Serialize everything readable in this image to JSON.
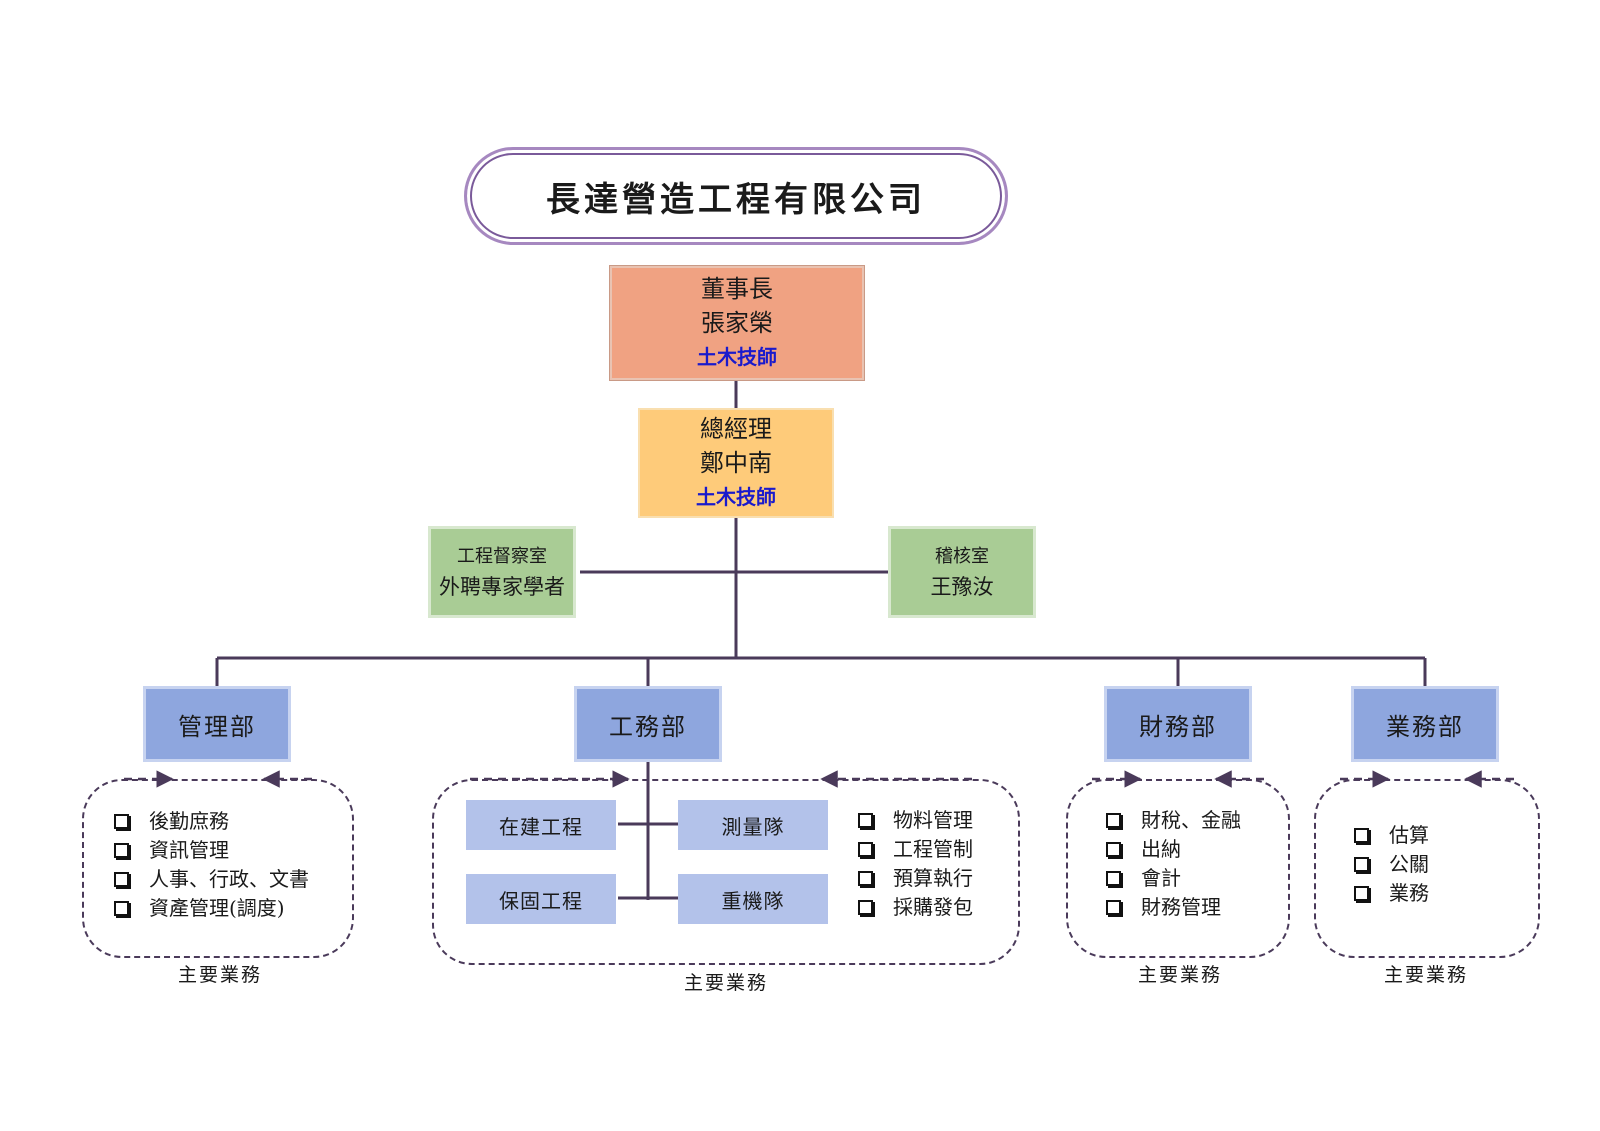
{
  "company": {
    "name": "長達營造工程有限公司"
  },
  "chairman": {
    "title": "董事長",
    "name": "張家榮",
    "credential": "土木技師"
  },
  "general_manager": {
    "title": "總經理",
    "name": "鄭中南",
    "credential": "土木技師"
  },
  "supervision_office": {
    "title": "工程督察室",
    "member": "外聘專家學者"
  },
  "audit_office": {
    "title": "稽核室",
    "member": "王豫汝"
  },
  "departments": [
    {
      "name": "管理部",
      "duties_label": "主要業務",
      "duties": [
        "後勤庶務",
        "資訊管理",
        "人事、行政、文書",
        "資產管理(調度)"
      ]
    },
    {
      "name": "工務部",
      "duties_label": "主要業務",
      "teams": [
        "在建工程",
        "保固工程",
        "測量隊",
        "重機隊"
      ],
      "duties": [
        "物料管理",
        "工程管制",
        "預算執行",
        "採購發包"
      ]
    },
    {
      "name": "財務部",
      "duties_label": "主要業務",
      "duties": [
        "財稅、金融",
        "出納",
        "會計",
        "財務管理"
      ]
    },
    {
      "name": "業務部",
      "duties_label": "主要業務",
      "duties": [
        "估算",
        "公關",
        "業務"
      ]
    }
  ],
  "colors": {
    "chairman_fill": "#f0a282",
    "gm_fill": "#fecb7a",
    "office_fill": "#a9cc95",
    "dept_fill": "#8ea6de",
    "team_fill": "#b3c2ea",
    "credential_text": "#1a1acc",
    "line": "#4a3a5a"
  }
}
